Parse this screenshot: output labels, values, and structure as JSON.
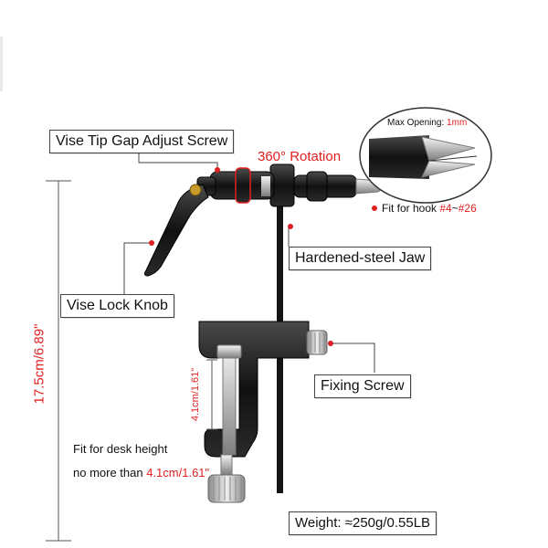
{
  "labels": {
    "tip_gap": "Vise Tip Gap Adjust Screw",
    "rotation": "360° Rotation",
    "max_opening_prefix": "Max Opening: ",
    "max_opening_value": "1mm",
    "hook_prefix": "Fit for hook ",
    "hook_from": "#4",
    "hook_sep": "~",
    "hook_to": "#26",
    "jaw": "Hardened-steel Jaw",
    "lock_knob": "Vise Lock Knob",
    "fixing_screw": "Fixing Screw",
    "total_height": "17.5cm/6.89\"",
    "clamp_height": "4.1cm/1.61\"",
    "desk_line1": "Fit for desk height",
    "desk_line2_prefix": "no more than ",
    "desk_line2_value": "4.1cm/1.61\"",
    "weight": "Weight: ≈250g/0.55LB"
  },
  "colors": {
    "accent": "#e02020",
    "metal_dark": "#1a1a1a",
    "silver": "#c8c8c8"
  }
}
